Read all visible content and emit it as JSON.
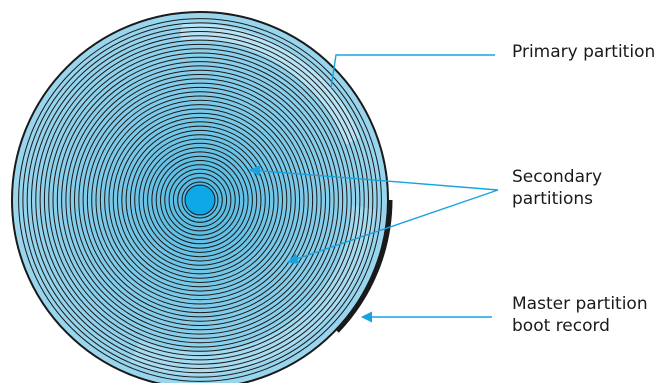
{
  "labels": {
    "primary": "Primary partition",
    "secondary_line1": "Secondary",
    "secondary_line2": "partitions",
    "master_line1": "Master partition",
    "master_line2": "boot record"
  },
  "colors": {
    "disk_fill": "#8fd0ea",
    "disk_fill_inner": "#5cbde3",
    "disk_highlight": "#c2e7f6",
    "track_line": "#1a1a1a",
    "spindle": "#0fa8e6",
    "arrow": "#18a3df",
    "boot_record_mark": "#1a1a1a"
  }
}
